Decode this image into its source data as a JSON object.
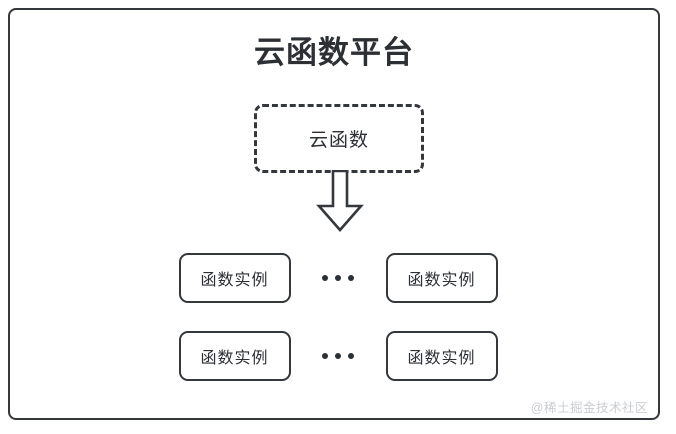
{
  "diagram": {
    "title": "云函数平台",
    "cloud_function": {
      "label": "云函数"
    },
    "flow_arrow": {
      "direction": "down",
      "style": "hollow-block-arrow"
    },
    "instance_rows": [
      {
        "left": {
          "label": "函数实例"
        },
        "separator": "•••",
        "right": {
          "label": "函数实例"
        }
      },
      {
        "left": {
          "label": "函数实例"
        },
        "separator": "•••",
        "right": {
          "label": "函数实例"
        }
      }
    ],
    "watermark": "@稀土掘金技术社区",
    "colors": {
      "stroke": "#34373c",
      "text": "#2c2f34",
      "background": "#ffffff",
      "watermark": "#c9ccd1",
      "dot": "#2b3038"
    }
  }
}
